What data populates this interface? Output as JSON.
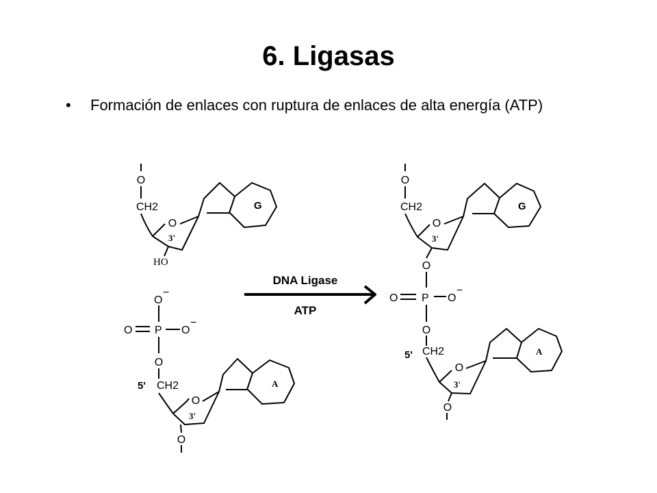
{
  "slide": {
    "title": "6. Ligasas",
    "bullets": [
      {
        "marker": "•",
        "text": "Formación de enlaces con ruptura de enlaces de alta energía (ATP)"
      }
    ]
  },
  "diagram": {
    "arrow": {
      "enzyme_label": "DNA Ligase",
      "cofactor_label": "ATP"
    },
    "reactant_top": {
      "top_o": "O",
      "ch2": "CH2",
      "ring_o": "O",
      "carbon3": "3'",
      "ho": "HO",
      "base": "G"
    },
    "reactant_bottom": {
      "o_minus_top": "O",
      "minus_top": "−",
      "o_double": "O",
      "p": "P",
      "o_minus_right": "O",
      "minus_right": "−",
      "o_bridge": "O",
      "carbon5": "5'",
      "ch2": "CH2",
      "ring_o": "O",
      "carbon3": "3'",
      "bottom_o": "O",
      "base": "A"
    },
    "product": {
      "top_o": "O",
      "ch2_top": "CH2",
      "ring_o_top": "O",
      "carbon3_top": "3'",
      "base_top": "G",
      "o_link_top": "O",
      "o_double": "O",
      "p": "P",
      "o_minus_right": "O",
      "minus_right": "−",
      "o_link_bottom": "O",
      "carbon5": "5'",
      "ch2_bottom": "CH2",
      "ring_o_bottom": "O",
      "carbon3_bottom": "3'",
      "bottom_o": "O",
      "base_bottom": "A"
    }
  }
}
